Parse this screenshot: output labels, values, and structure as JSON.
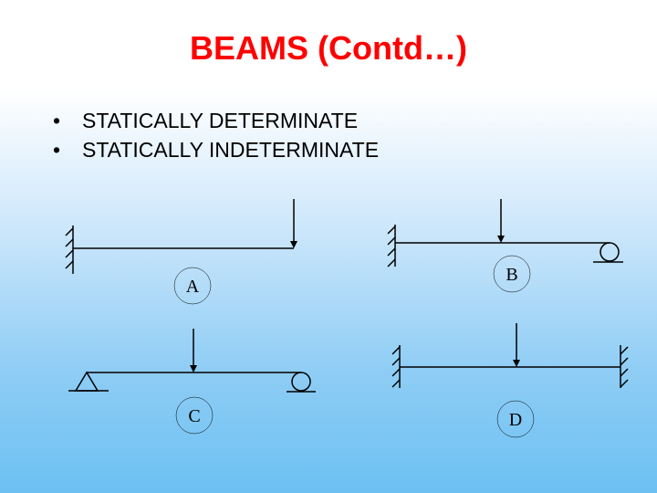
{
  "slide": {
    "title": "BEAMS  (Contd…)",
    "bullets": [
      "STATICALLY DETERMINATE",
      "STATICALLY INDETERMINATE"
    ]
  },
  "diagrams": {
    "labels": [
      "A",
      "B",
      "C",
      "D"
    ]
  }
}
